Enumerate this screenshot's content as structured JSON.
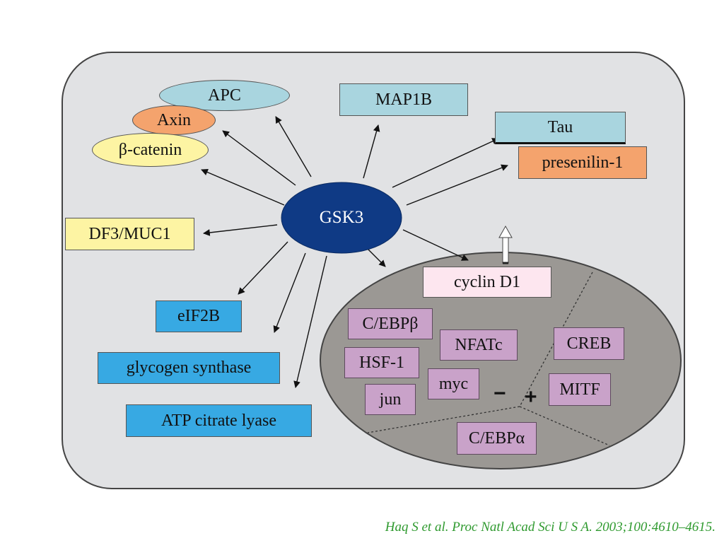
{
  "gsk3": "GSK3",
  "targets": {
    "apc": "APC",
    "axin": "Axin",
    "beta_catenin": "β-catenin",
    "map1b": "MAP1B",
    "tau": "Tau",
    "presenilin1": "presenilin-1",
    "df3_muc1": "DF3/MUC1",
    "eif2b": "eIF2B",
    "glycogen_synthase": "glycogen synthase",
    "atp_citrate_lyase": "ATP citrate lyase"
  },
  "nucleus": {
    "cyclin_d1": "cyclin D1",
    "cebp_beta": "C/EBPβ",
    "hsf1": "HSF-1",
    "nfatc": "NFATc",
    "myc": "myc",
    "jun": "jun",
    "creb": "CREB",
    "mitf": "MITF",
    "cebp_alpha": "C/EBPα",
    "minus_sign": "−",
    "plus_sign": "+"
  },
  "citation": "Haq S et al. Proc Natl Acad Sci U S A. 2003;100:4610–4615.",
  "colors": {
    "cell_background": "#e1e2e4",
    "nucleus_fill": "#9b9894",
    "gsk3_fill": "#0f3a85",
    "nuclear_factor_fill": "#c9a2c9",
    "cytoskeletal_fill": "#a9d5df",
    "metabolic_fill": "#37a9e3",
    "citation_text": "#2f9a2f"
  }
}
